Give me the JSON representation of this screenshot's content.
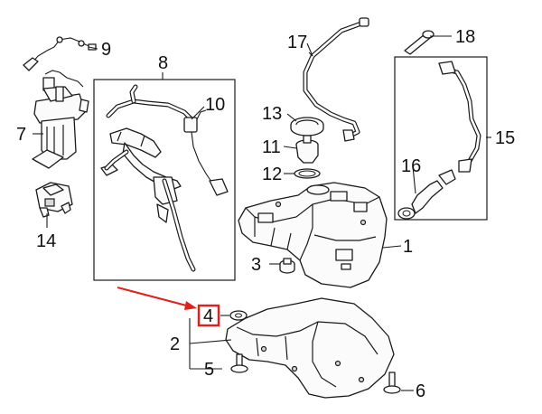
{
  "callouts": {
    "c1": "1",
    "c2": "2",
    "c3": "3",
    "c4": "4",
    "c5": "5",
    "c6": "6",
    "c7": "7",
    "c8": "8",
    "c9": "9",
    "c10": "10",
    "c11": "11",
    "c12": "12",
    "c13": "13",
    "c14": "14",
    "c15": "15",
    "c16": "16",
    "c17": "17",
    "c18": "18"
  },
  "highlight": {
    "callout": "4",
    "box_color": "#e0201b",
    "arrow_color": "#e0201b"
  }
}
